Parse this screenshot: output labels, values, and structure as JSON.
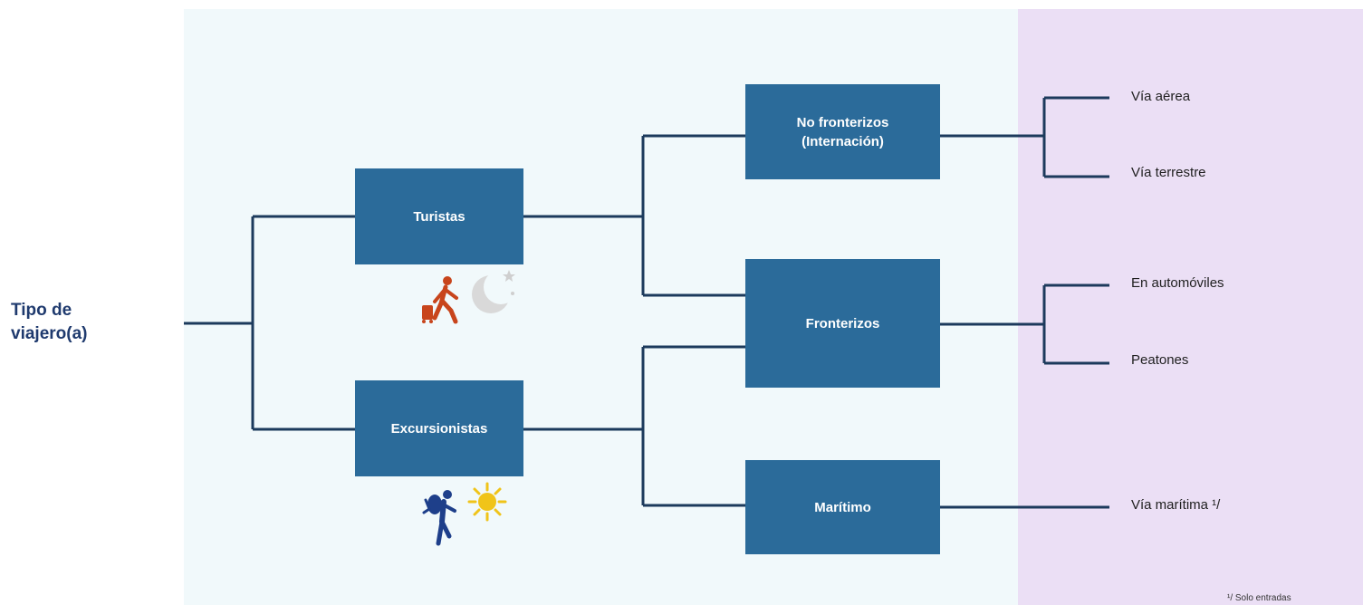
{
  "diagram": {
    "root": {
      "line1": "Tipo de",
      "line2": "viajero(a)"
    },
    "level1": [
      {
        "id": "turistas",
        "label": "Turistas",
        "icon": "traveler-moon-icon"
      },
      {
        "id": "excursionistas",
        "label": "Excursionistas",
        "icon": "hiker-sun-icon"
      }
    ],
    "level2": [
      {
        "id": "no-fronterizos",
        "line1": "No fronterizos",
        "line2": "(Internación)"
      },
      {
        "id": "fronterizos",
        "line1": "Fronterizos",
        "line2": ""
      },
      {
        "id": "maritimo",
        "line1": "Marítimo",
        "line2": ""
      }
    ],
    "level3": [
      {
        "id": "via-aerea",
        "label": "Vía aérea"
      },
      {
        "id": "via-terrestre",
        "label": "Vía terrestre"
      },
      {
        "id": "en-automoviles",
        "label": "En automóviles"
      },
      {
        "id": "peatones",
        "label": "Peatones"
      },
      {
        "id": "via-maritima",
        "label": "Vía marítima ¹/"
      }
    ],
    "footnote": "¹/ Solo entradas"
  },
  "colors": {
    "box_fill": "#2b6b9a",
    "connector": "#1c3a5c",
    "panel_main": "#f1f9fb",
    "panel_side": "#ebdff5",
    "root_text": "#1f3a6e"
  }
}
